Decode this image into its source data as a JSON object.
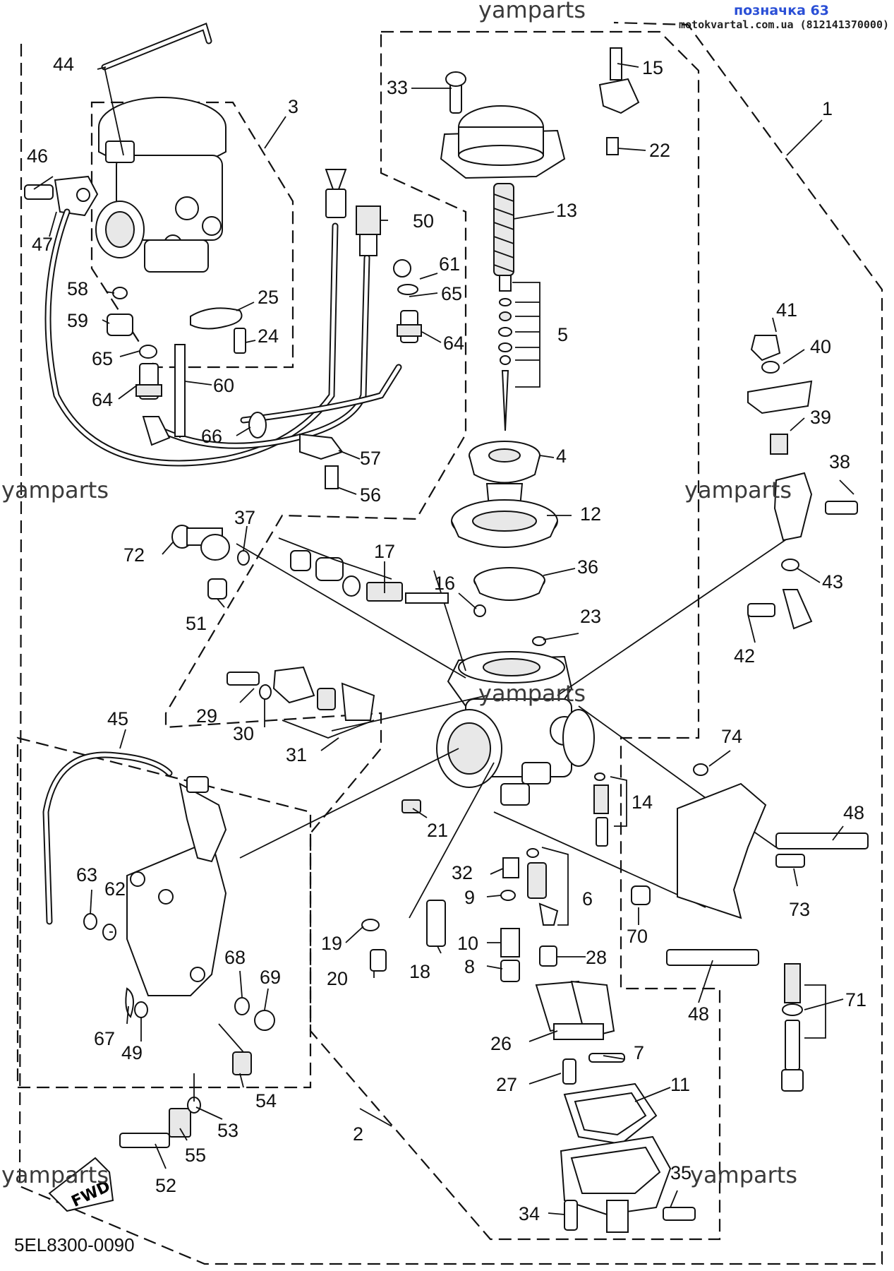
{
  "header": {
    "title": "позначка 63",
    "subtitle": "motokvartal.com.ua (812141370000)"
  },
  "watermarks": [
    "yamparts",
    "yamparts",
    "yamparts",
    "yamparts",
    "yamparts",
    "yamparts"
  ],
  "diagram_code": "5EL8300-0090",
  "fwd_label": "FWD",
  "callouts": [
    "1",
    "2",
    "3",
    "4",
    "5",
    "6",
    "7",
    "8",
    "9",
    "10",
    "11",
    "12",
    "13",
    "14",
    "15",
    "16",
    "17",
    "18",
    "19",
    "20",
    "21",
    "22",
    "23",
    "24",
    "25",
    "26",
    "27",
    "28",
    "29",
    "30",
    "31",
    "32",
    "33",
    "34",
    "35",
    "36",
    "37",
    "38",
    "39",
    "40",
    "41",
    "42",
    "43",
    "44",
    "45",
    "46",
    "47",
    "48",
    "48",
    "49",
    "50",
    "51",
    "52",
    "53",
    "54",
    "55",
    "56",
    "57",
    "58",
    "59",
    "60",
    "61",
    "62",
    "63",
    "64",
    "64",
    "65",
    "65",
    "66",
    "67",
    "68",
    "69",
    "70",
    "71",
    "72",
    "73",
    "74"
  ],
  "colors": {
    "header_blue": "#2a4fd6",
    "ink": "#111111"
  }
}
